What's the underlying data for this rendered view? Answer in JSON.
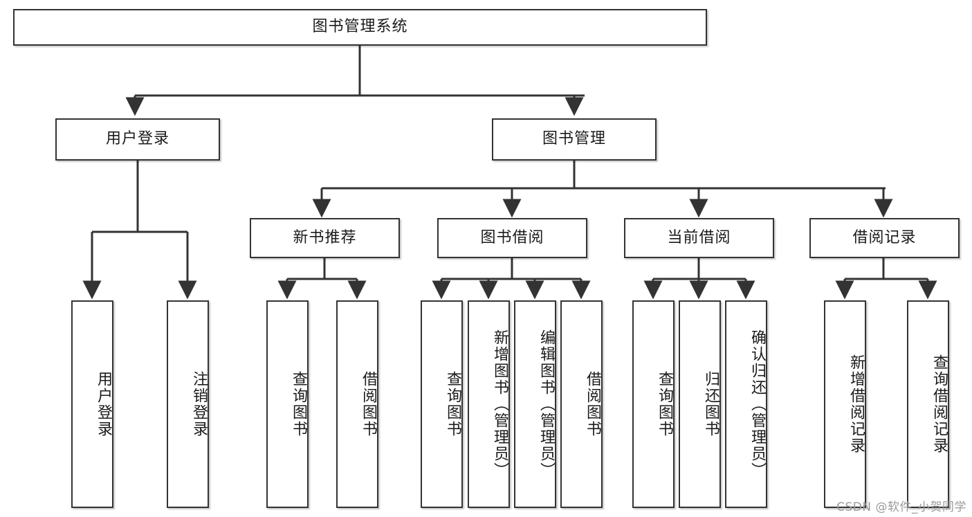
{
  "diagram": {
    "title": "图书管理系统",
    "type": "tree",
    "watermark": "CSDN @软件_小贺同学",
    "colors": {
      "stroke": "#333333",
      "fill": "#ffffff",
      "text": "#1a1a1a",
      "watermark": "#9a9a9a",
      "background": "#ffffff"
    }
  },
  "nodes": {
    "root": {
      "label": "图书管理系统"
    },
    "level1": [
      {
        "id": "user-login",
        "label": "用户登录"
      },
      {
        "id": "book-manage",
        "label": "图书管理"
      }
    ],
    "level2": [
      {
        "id": "new-book-rec",
        "label": "新书推荐"
      },
      {
        "id": "book-borrow",
        "label": "图书借阅"
      },
      {
        "id": "current-borrow",
        "label": "当前借阅"
      },
      {
        "id": "borrow-record",
        "label": "借阅记录"
      }
    ],
    "leaves": [
      {
        "id": "leaf-user-login",
        "label": "用户登录",
        "parent": "user-login"
      },
      {
        "id": "leaf-user-logout",
        "label": "注销登录",
        "parent": "user-login"
      },
      {
        "id": "leaf-query-book-1",
        "label": "查询图书",
        "parent": "new-book-rec"
      },
      {
        "id": "leaf-borrow-book-1",
        "label": "借阅图书",
        "parent": "new-book-rec"
      },
      {
        "id": "leaf-query-book-2",
        "label": "查询图书",
        "parent": "book-borrow"
      },
      {
        "id": "leaf-add-book",
        "label": "新增图书（管理员）",
        "parent": "book-borrow"
      },
      {
        "id": "leaf-edit-book",
        "label": "编辑图书（管理员）",
        "parent": "book-borrow"
      },
      {
        "id": "leaf-borrow-book-2",
        "label": "借阅图书",
        "parent": "book-borrow"
      },
      {
        "id": "leaf-query-book-3",
        "label": "查询图书",
        "parent": "current-borrow"
      },
      {
        "id": "leaf-return-book",
        "label": "归还图书",
        "parent": "current-borrow"
      },
      {
        "id": "leaf-confirm-return",
        "label": "确认归还（管理员）",
        "parent": "current-borrow"
      },
      {
        "id": "leaf-add-record",
        "label": "新增借阅记录",
        "parent": "borrow-record"
      },
      {
        "id": "leaf-query-record",
        "label": "查询借阅记录",
        "parent": "borrow-record"
      }
    ]
  }
}
